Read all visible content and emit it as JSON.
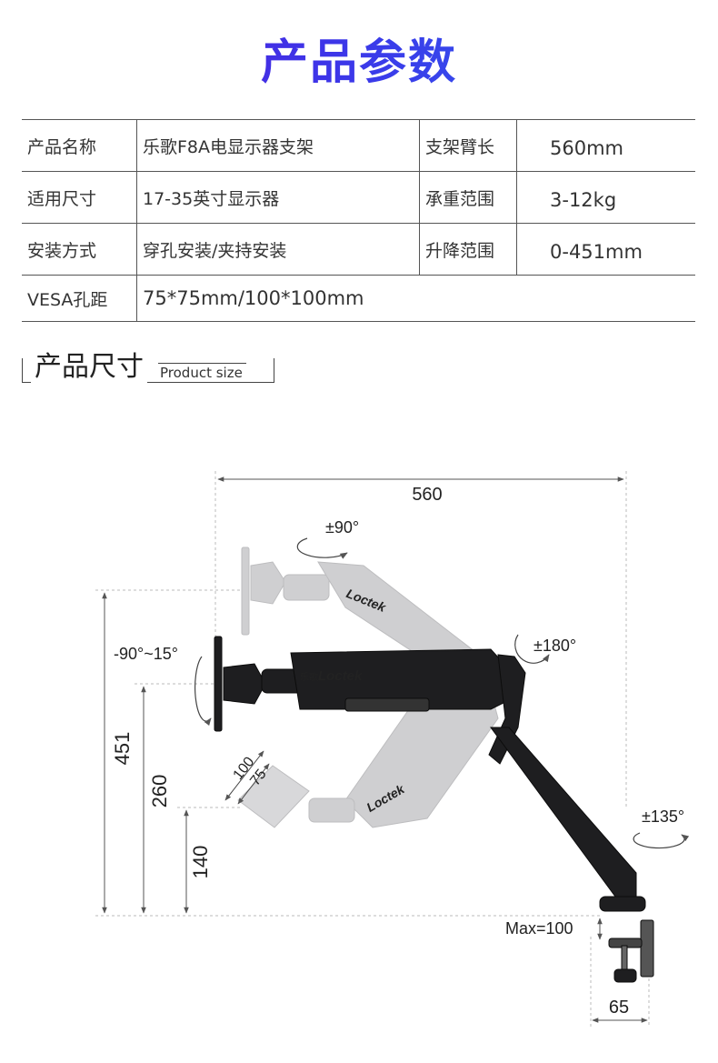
{
  "title": "产品参数",
  "spec_rows": [
    {
      "label": "产品名称",
      "value": "乐歌F8A电显示器支架",
      "label2": "支架臂长",
      "value2": "560mm"
    },
    {
      "label": "适用尺寸",
      "value": "17-35英寸显示器",
      "label2": "承重范围",
      "value2": "3-12kg"
    },
    {
      "label": "安装方式",
      "value": "穿孔安装/夹持安装",
      "label2": "升降范围",
      "value2": "0-451mm"
    }
  ],
  "vesa": {
    "label": "VESA孔距",
    "value": "75*75mm/100*100mm"
  },
  "section": {
    "title_zh": "产品尺寸",
    "title_en": "Product size"
  },
  "diagram": {
    "width_label": "560",
    "height_451": "451",
    "height_260": "260",
    "height_140": "140",
    "rot_top": "±90°",
    "rot_tilt": "-90°~15°",
    "rot_mid": "±180°",
    "rot_base": "±135°",
    "vesa_100": "100",
    "vesa_75": "75",
    "clamp_max": "Max=100",
    "base_width": "65",
    "brand": "Loctek",
    "brand_cn": "乐歌"
  },
  "colors": {
    "title_start": "#5b1ed6",
    "title_end": "#2a6af2",
    "arm": "#1e1e20",
    "ghost": "#c9c9cb"
  }
}
